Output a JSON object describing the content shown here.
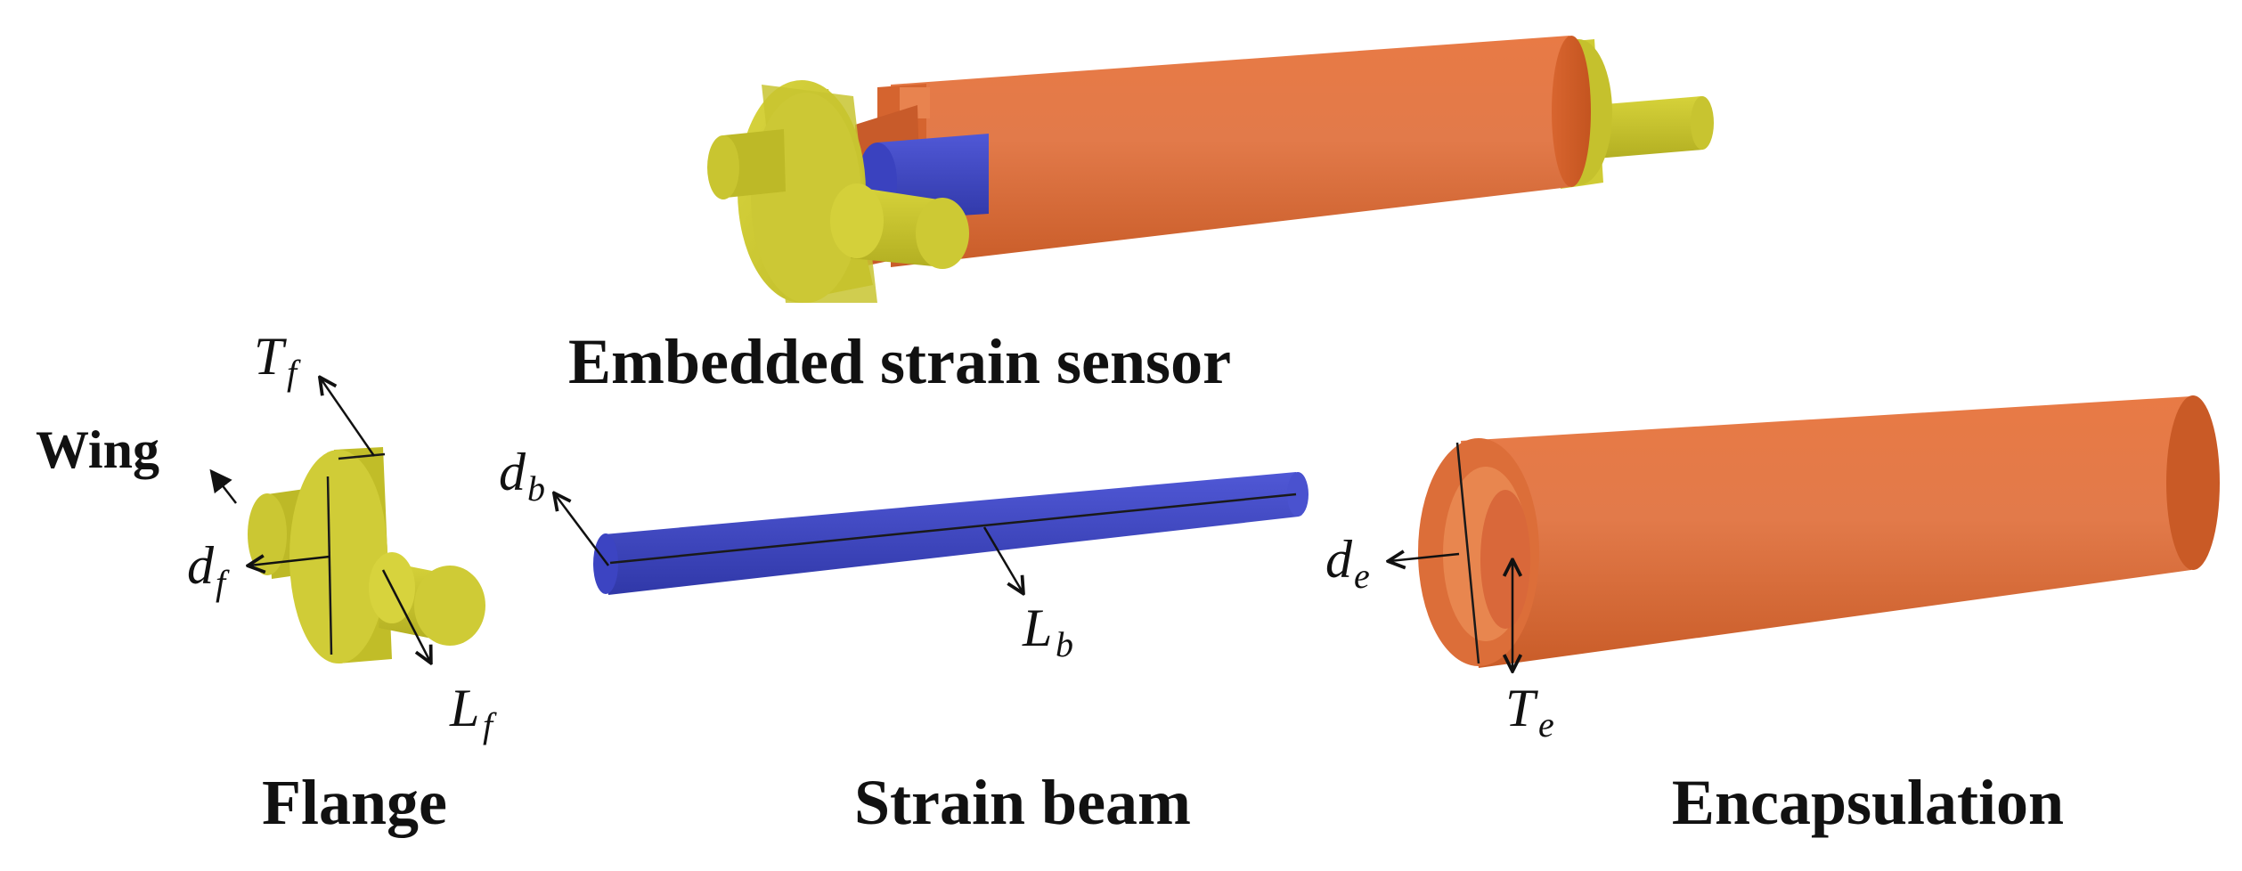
{
  "captions": {
    "sensor": "Embedded strain sensor",
    "flange": "Flange",
    "beam": "Strain beam",
    "encapsulation": "Encapsulation",
    "wing": "Wing"
  },
  "symbols": {
    "tf": {
      "base": "T",
      "sub": "f"
    },
    "df": {
      "base": "d",
      "sub": "f"
    },
    "lf": {
      "base": "L",
      "sub": "f"
    },
    "db": {
      "base": "d",
      "sub": "b"
    },
    "lb": {
      "base": "L",
      "sub": "b"
    },
    "de": {
      "base": "d",
      "sub": "e"
    },
    "te": {
      "base": "T",
      "sub": "e"
    }
  },
  "colors": {
    "flange": "#c9c530",
    "flange_dark": "#a6a31e",
    "beam": "#3f48c8",
    "beam_dark": "#2a31a0",
    "encapsulation": "#db6a35",
    "encapsulation_dark": "#b95124"
  }
}
